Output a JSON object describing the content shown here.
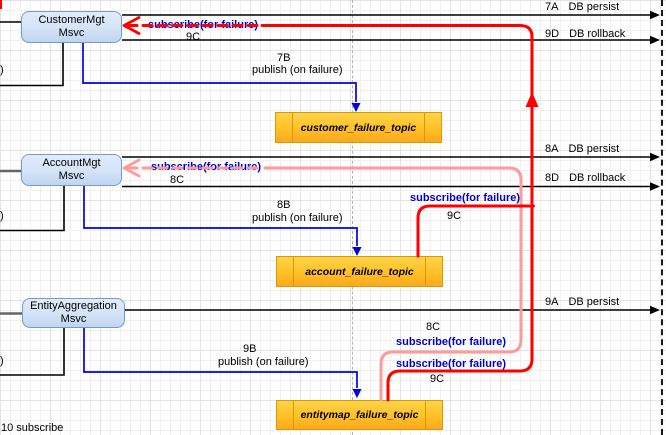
{
  "services": [
    {
      "line1": "CustomerMgt",
      "line2": "Msvc"
    },
    {
      "line1": "AccountMgt",
      "line2": "Msvc"
    },
    {
      "line1": "EntityAggregation",
      "line2": "Msvc"
    }
  ],
  "topics": [
    {
      "label": "customer_failure_topic"
    },
    {
      "label": "account_failure_topic"
    },
    {
      "label": "entitymap_failure_topic"
    }
  ],
  "edge_labels": {
    "subscribe": "subscribe(for failure)",
    "publish": "publish (on failure)",
    "step_7b": "7B",
    "step_8b": "8B",
    "step_9b": "9B",
    "step_8c": "8C",
    "step_9c": "9C"
  },
  "db_ops": [
    {
      "step": "7A",
      "op": "DB persist"
    },
    {
      "step": "9D",
      "op": "DB rollback"
    },
    {
      "step": "8A",
      "op": "DB persist"
    },
    {
      "step": "8D",
      "op": "DB rollback"
    },
    {
      "step": "9A",
      "op": "DB persist"
    }
  ],
  "edge_fragments": {
    "paren": ")",
    "note_10": "10 subscribe"
  },
  "colors": {
    "service_fill": "#d8e6f8",
    "service_border": "#7a99c8",
    "topic_fill_top": "#ffd34a",
    "topic_fill_bottom": "#ffa81e",
    "topic_border": "#d79b00",
    "subscribe_text": "#0000cc",
    "publish_line": "#0000e0",
    "failure_line_red": "#ff0000",
    "failure_line_pink": "#ff9a9a",
    "flow_line_black": "#000000",
    "flow_line_gray": "#666666"
  }
}
